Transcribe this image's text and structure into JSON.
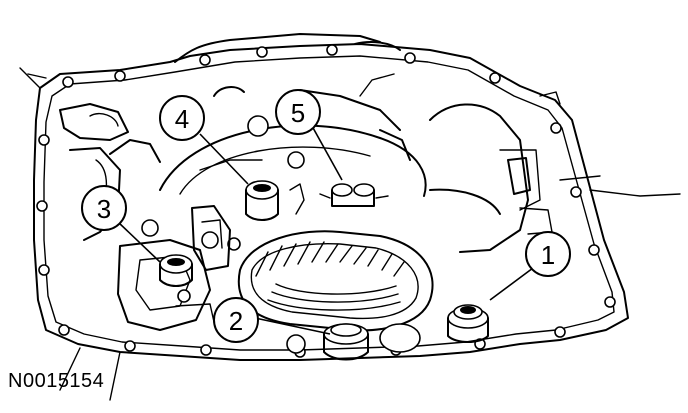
{
  "figure": {
    "id_label": "N0015154",
    "callouts": [
      {
        "number": "1"
      },
      {
        "number": "2"
      },
      {
        "number": "3"
      },
      {
        "number": "4"
      },
      {
        "number": "5"
      }
    ]
  },
  "colors": {
    "ink": "#000000",
    "paper": "#ffffff"
  }
}
